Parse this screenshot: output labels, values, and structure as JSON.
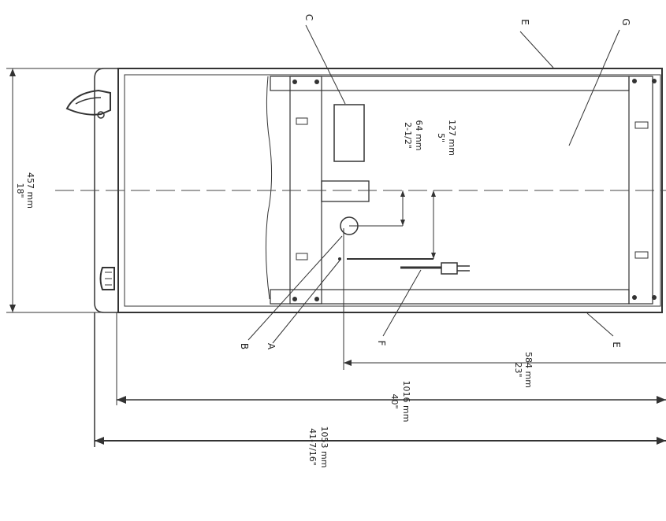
{
  "callouts": {
    "a": "A",
    "b": "B",
    "c": "C",
    "e_top": "E",
    "e_bottom": "E",
    "f": "F",
    "g": "G"
  },
  "dimensions": {
    "height_in": "18\"",
    "height_mm": "457 mm",
    "dim_2_5_in": "2-1/2\"",
    "dim_2_5_mm": "64 mm",
    "dim_5_in": "5\"",
    "dim_5_mm": "127 mm",
    "dim_23_in": "23\"",
    "dim_23_mm": "584 mm",
    "dim_40_in": "40\"",
    "dim_40_mm": "1016 mm",
    "dim_41_in": "41-7/16\"",
    "dim_41_mm": "1053 mm"
  }
}
